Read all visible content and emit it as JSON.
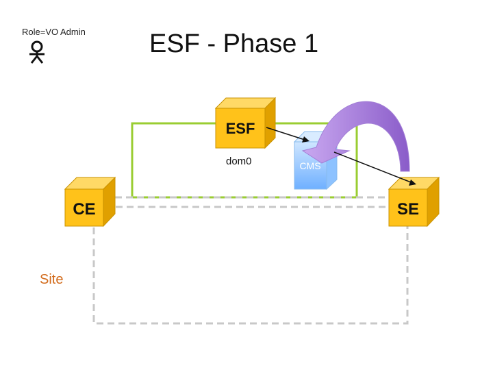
{
  "header": {
    "role_label": "Role=VO Admin",
    "title": "ESF - Phase 1"
  },
  "diagram": {
    "nodes": {
      "esf": "ESF",
      "ce": "CE",
      "se": "SE",
      "cms": "CMS"
    },
    "labels": {
      "dom0": "dom0",
      "site": "Site"
    },
    "colors": {
      "cube_front": "#ffc21a",
      "cube_top": "#ffd966",
      "cube_side": "#e0a000",
      "vm_box": "#9acd32",
      "site_box": "#c8c8c8",
      "cms_box": "#99ccff",
      "arrow_purple": "#9966cc",
      "site_text": "#d26a1a"
    },
    "icons": [
      "person-icon",
      "curved-arrow-icon"
    ]
  }
}
